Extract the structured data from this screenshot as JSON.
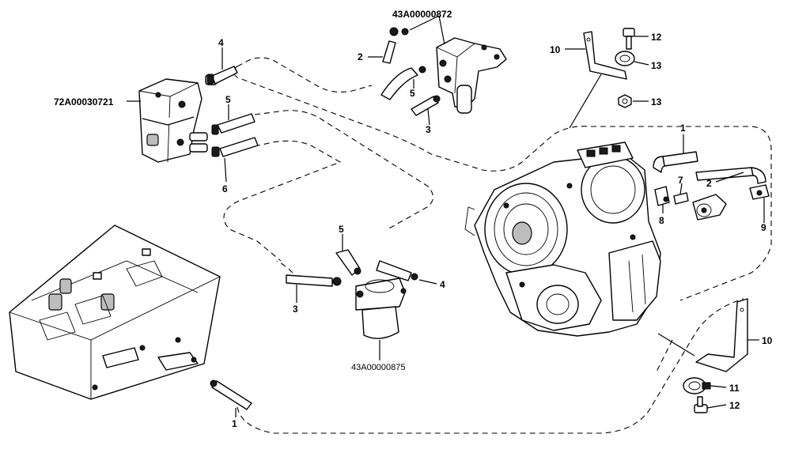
{
  "assembly_codes": {
    "valve_upper": "43A00000872",
    "valve_left": "72A00030721",
    "filter": "43A00000875"
  },
  "callouts": {
    "c1_top": "1",
    "c1_bottom": "1",
    "c2_top": "2",
    "c2_right": "2",
    "c3_mid": "3",
    "c3_left": "3",
    "c4_top": "4",
    "c4_mid": "4",
    "c5_top": "5",
    "c5_left": "5",
    "c5_mid": "5",
    "c6": "6",
    "c7": "7",
    "c8": "8",
    "c9": "9",
    "c10_top": "10",
    "c10_bottom": "10",
    "c11": "11",
    "c12_top": "12",
    "c12_bottom": "12",
    "c13_a": "13",
    "c13_b": "13"
  }
}
